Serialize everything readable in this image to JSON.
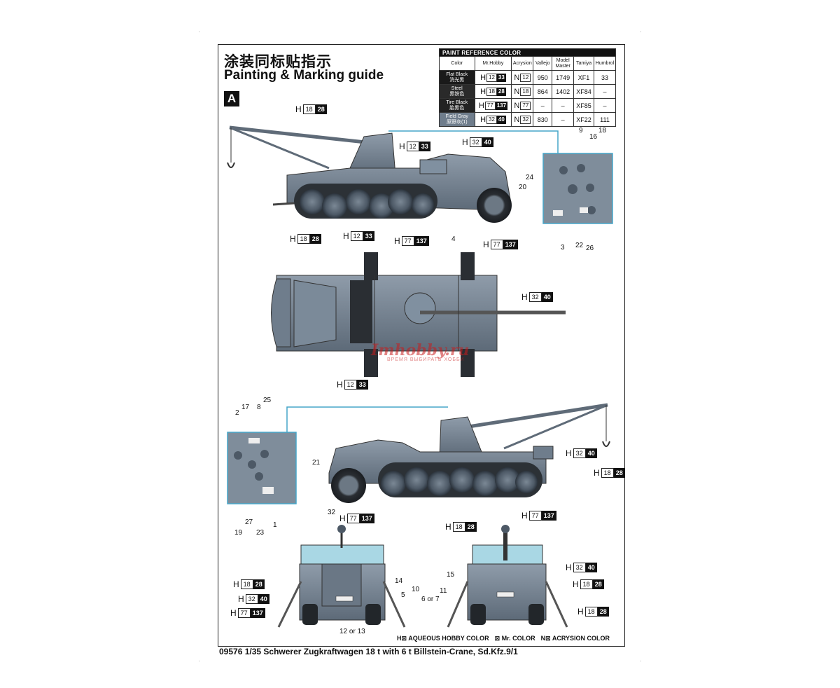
{
  "header": {
    "title_cn": "涂装同标贴指示",
    "title_en": "Painting & Marking guide",
    "section_badge": "A"
  },
  "paint_table": {
    "caption": "PAINT REFERENCE COLOR",
    "columns": [
      "Color",
      "Mr.Hobby",
      "Acrysion",
      "Vallejo",
      "Model Master",
      "Tamiya",
      "Humbrol"
    ],
    "rows": [
      {
        "name": "Flat Black",
        "name_cn": "消光黑",
        "swatch": "#1a1a1a",
        "h_code": "12",
        "h_mr": "33",
        "n_code": "12",
        "vallejo": "950",
        "model_master": "1749",
        "tamiya": "XF1",
        "humbrol": "33"
      },
      {
        "name": "Steel",
        "name_cn": "黑铁色",
        "swatch": "#2a2a2a",
        "h_code": "18",
        "h_mr": "28",
        "n_code": "18",
        "vallejo": "864",
        "model_master": "1402",
        "tamiya": "XF84",
        "humbrol": "–"
      },
      {
        "name": "Tire Black",
        "name_cn": "胎黑色",
        "swatch": "#222222",
        "h_code": "77",
        "h_mr": "137",
        "n_code": "77",
        "vallejo": "–",
        "model_master": "–",
        "tamiya": "XF85",
        "humbrol": "–"
      },
      {
        "name": "Field Gray",
        "name_cn": "原野灰(1)",
        "swatch": "#6f7d8c",
        "h_code": "32",
        "h_mr": "40",
        "n_code": "32",
        "vallejo": "830",
        "model_master": "–",
        "tamiya": "XF22",
        "humbrol": "111"
      }
    ]
  },
  "callouts": [
    {
      "id": "side1-crane",
      "h": "18",
      "mr": "28"
    },
    {
      "id": "side1-seat",
      "h": "12",
      "mr": "33"
    },
    {
      "id": "side1-body",
      "h": "32",
      "mr": "40"
    },
    {
      "id": "side1-track-rear",
      "h": "18",
      "mr": "28"
    },
    {
      "id": "side1-bench",
      "h": "12",
      "mr": "33"
    },
    {
      "id": "side1-track",
      "h": "77",
      "mr": "137"
    },
    {
      "id": "side1-tire",
      "h": "77",
      "mr": "137"
    },
    {
      "id": "top-body",
      "h": "32",
      "mr": "40"
    },
    {
      "id": "top-seat",
      "h": "12",
      "mr": "33"
    },
    {
      "id": "side2-body",
      "h": "32",
      "mr": "40"
    },
    {
      "id": "side2-hook",
      "h": "18",
      "mr": "28"
    },
    {
      "id": "side2-tire",
      "h": "77",
      "mr": "137"
    },
    {
      "id": "side2-track",
      "h": "18",
      "mr": "28"
    },
    {
      "id": "side2-track2",
      "h": "77",
      "mr": "137"
    },
    {
      "id": "front-h18",
      "h": "18",
      "mr": "28"
    },
    {
      "id": "front-h32",
      "h": "32",
      "mr": "40"
    },
    {
      "id": "front-h77",
      "h": "77",
      "mr": "137"
    },
    {
      "id": "rear-h32",
      "h": "32",
      "mr": "40"
    },
    {
      "id": "rear-h18a",
      "h": "18",
      "mr": "28"
    },
    {
      "id": "rear-h18b",
      "h": "18",
      "mr": "28"
    }
  ],
  "decal_numbers": {
    "side1_detail": [
      "9",
      "16",
      "18",
      "24",
      "20",
      "3",
      "22",
      "26"
    ],
    "top": [
      "4"
    ],
    "side2_detail": [
      "2",
      "17",
      "8",
      "25",
      "21",
      "27",
      "19",
      "23",
      "1"
    ],
    "front": [
      "32",
      "14",
      "10",
      "5",
      "12 or 13"
    ],
    "rear": [
      "15",
      "11",
      "6 or 7"
    ]
  },
  "legend": {
    "h_label": "H",
    "h_text": "AQUEOUS HOBBY COLOR",
    "mr_text": "Mr. COLOR",
    "n_label": "N",
    "n_text": "ACRYSION COLOR"
  },
  "footer": "09576 1/35 Schwerer Zugkraftwagen 18 t with 6 t Billstein-Crane, Sd.Kfz.9/1",
  "watermark": {
    "text": "Imhobby.ru",
    "sub": "ВРЕМЯ ВЫБИРАТЬ ХОББИ"
  }
}
